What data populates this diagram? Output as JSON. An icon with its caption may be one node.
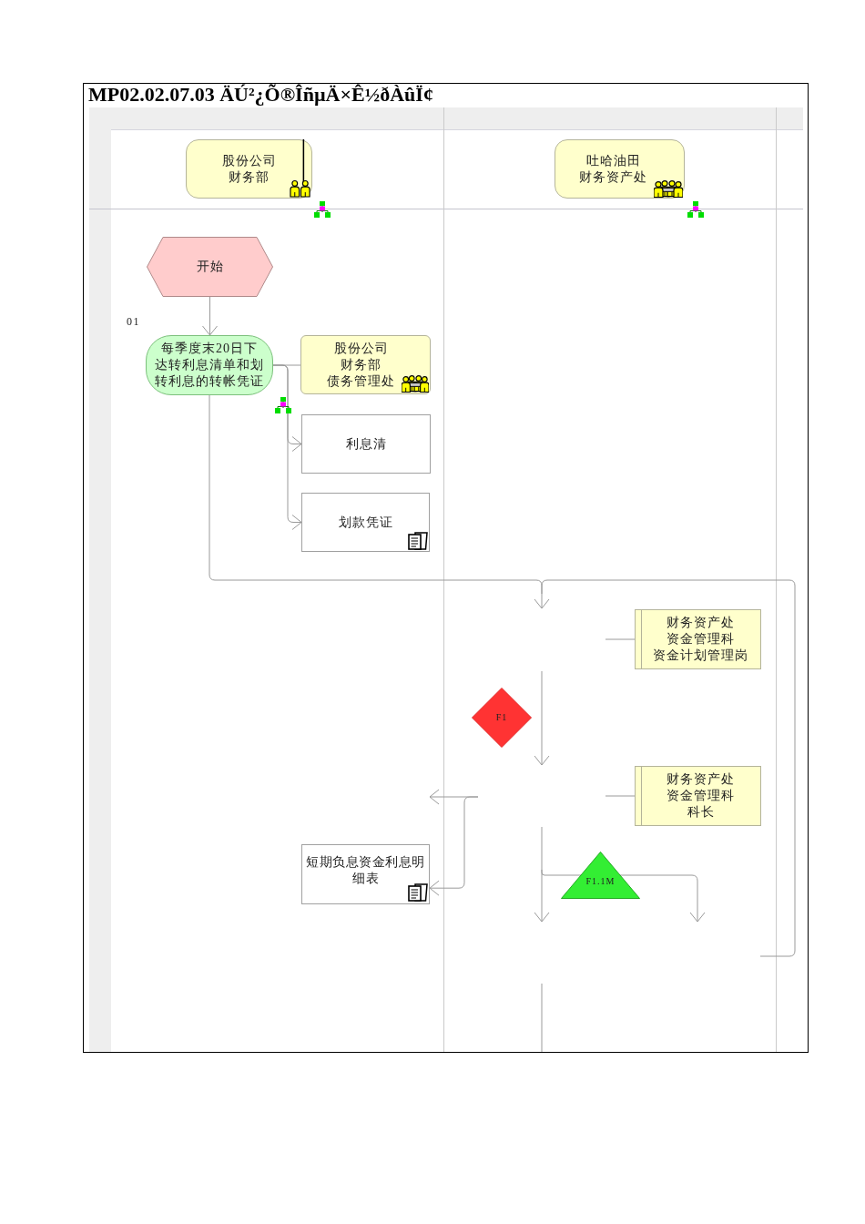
{
  "diagram": {
    "title": "MP02.02.07.03 ÄÚ²¿Õ®ÎñµÄ×Ê½ðÀûÏ¢",
    "nodes": [
      {
        "text": [
          "股份公司财务部"
        ]
      },
      {
        "text": [
          "吐哈油田财务资产处"
        ]
      },
      {
        "text": [
          "开始"
        ]
      },
      {
        "text": [
          "每季度末20日下达转利息清单和划转利息的转帐凭证"
        ],
        "beside": [
          "01"
        ]
      },
      {
        "text": [
          "股份公司财务部债务管理处"
        ]
      },
      {
        "text": [
          "利息清"
        ]
      },
      {
        "text": [
          "划款凭证"
        ]
      },
      {
        "text": [
          "财务资产处资金管理科资金计划管理岗"
        ]
      },
      {
        "text": [
          "F1"
        ]
      },
      {
        "text": [
          "财务资产处资金管理科科长"
        ]
      },
      {
        "text": [
          "短期负息资金利息明细表"
        ]
      },
      {
        "text": [
          "F1.1M"
        ]
      }
    ],
    "edges": [
      {
        "from": 2,
        "to": 3,
        "arrow": "to"
      },
      {
        "from": 3,
        "to": 4,
        "arrow": "none"
      },
      {
        "from": 3,
        "to": 5,
        "arrow": "to"
      },
      {
        "from": 3,
        "to": 6,
        "arrow": "to"
      },
      {
        "from": 3,
        "to": null,
        "arrow": "to"
      },
      {
        "from": null,
        "to": 7,
        "arrow": "none"
      },
      {
        "from": null,
        "to": 9,
        "arrow": "none"
      },
      {
        "from": null,
        "to": 10,
        "arrow": "to"
      }
    ]
  }
}
